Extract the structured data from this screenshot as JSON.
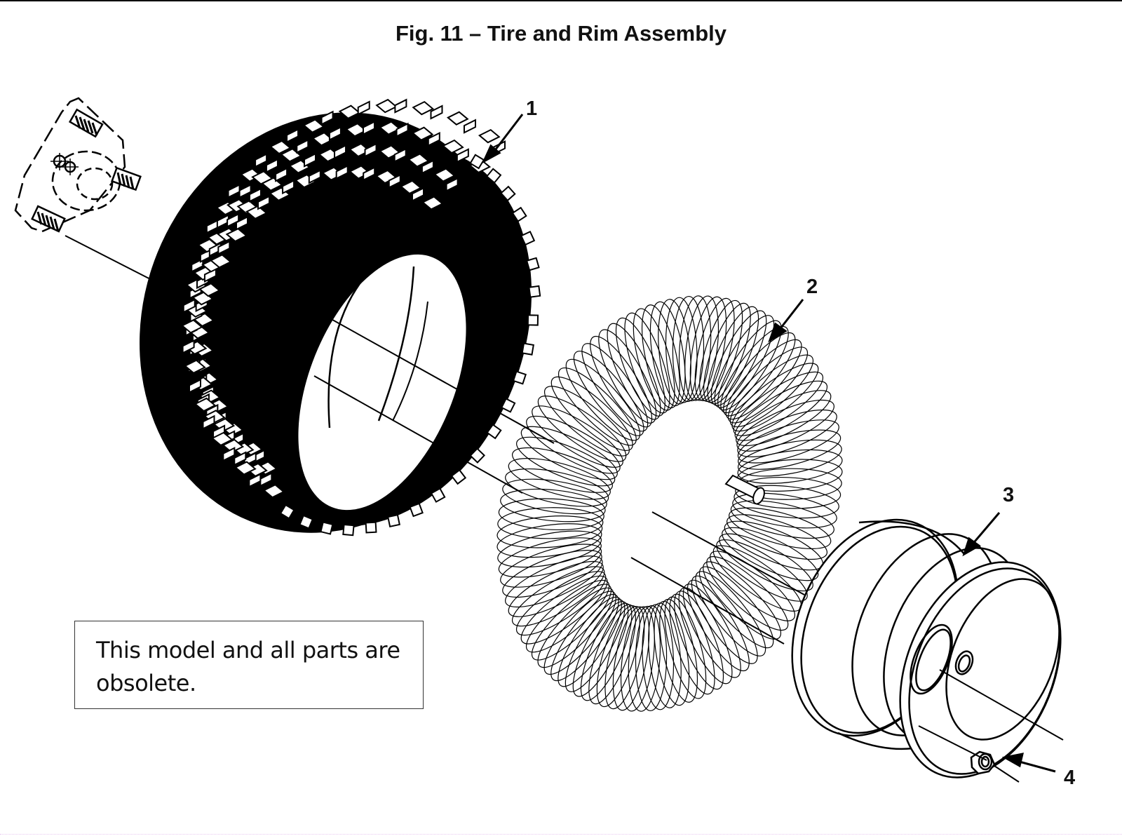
{
  "figure": {
    "title": "Fig. 11 – Tire and Rim Assembly"
  },
  "callouts": [
    {
      "number": "1",
      "part": "tire"
    },
    {
      "number": "2",
      "part": "inner-tube"
    },
    {
      "number": "3",
      "part": "rim"
    },
    {
      "number": "4",
      "part": "lug-nut"
    }
  ],
  "note": {
    "text": "This model and all parts are obsolete."
  },
  "colors": {
    "ink": "#000000",
    "background": "#ffffff"
  }
}
